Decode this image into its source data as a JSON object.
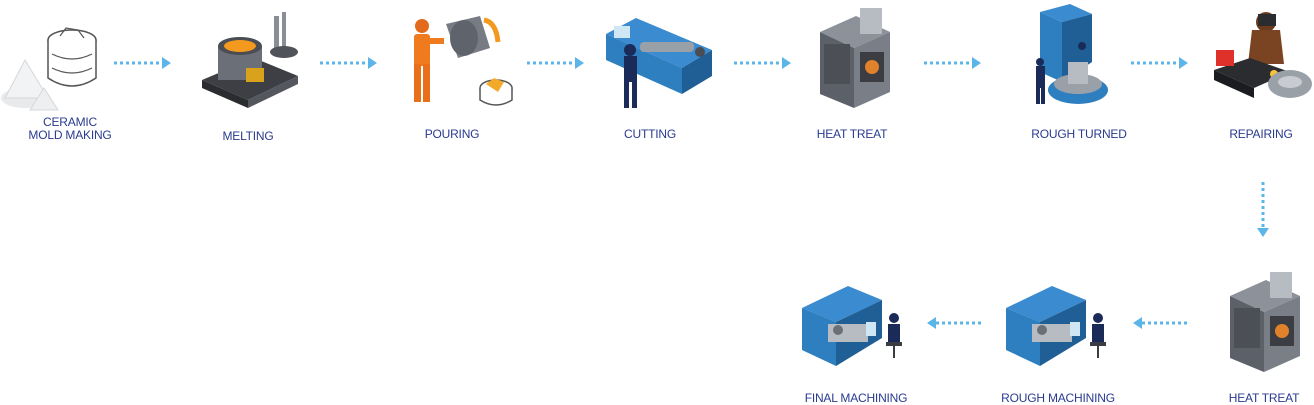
{
  "colors": {
    "label": "#2a3b8f",
    "arrow": "#5bb5e8",
    "machine": "#2e7fc0",
    "metal": "#6b6f78",
    "molten": "#f39a1e"
  },
  "steps": [
    {
      "label": "CERAMIC\nMOLD MAKING",
      "icon": "ceramic-mold-icon"
    },
    {
      "label": "MELTING",
      "icon": "furnace-icon"
    },
    {
      "label": "POURING",
      "icon": "pouring-worker-icon"
    },
    {
      "label": "CUTTING",
      "icon": "lathe-operator-icon"
    },
    {
      "label": "HEAT TREAT",
      "icon": "heat-treat-oven-icon"
    },
    {
      "label": "ROUGH TURNED",
      "icon": "vertical-lathe-icon"
    },
    {
      "label": "REPAIRING",
      "icon": "welder-icon"
    },
    {
      "label": "HEAT TREAT",
      "icon": "heat-treat-oven-icon"
    },
    {
      "label": "ROUGH MACHINING",
      "icon": "cnc-machine-icon"
    },
    {
      "label": "FINAL MACHINING",
      "icon": "cnc-machine-icon"
    }
  ]
}
